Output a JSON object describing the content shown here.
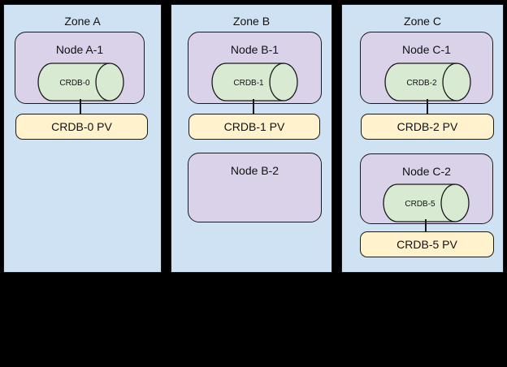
{
  "diagram": {
    "colors": {
      "background": "#000000",
      "zone_fill": "#cfe2f3",
      "node_fill": "#d9d2e9",
      "db_fill": "#d9ead3",
      "pv_fill": "#fff2cc",
      "border": "#1a1a1a",
      "text": "#111111"
    },
    "zones": [
      {
        "label": "Zone A",
        "nodes": [
          {
            "label": "Node A-1",
            "db": "CRDB-0",
            "pv": "CRDB-0 PV"
          }
        ]
      },
      {
        "label": "Zone B",
        "nodes": [
          {
            "label": "Node B-1",
            "db": "CRDB-1",
            "pv": "CRDB-1 PV"
          },
          {
            "label": "Node B-2"
          }
        ]
      },
      {
        "label": "Zone C",
        "nodes": [
          {
            "label": "Node C-1",
            "db": "CRDB-2",
            "pv": "CRDB-2 PV"
          },
          {
            "label": "Node C-2",
            "db": "CRDB-5",
            "pv": "CRDB-5 PV"
          }
        ]
      }
    ]
  }
}
